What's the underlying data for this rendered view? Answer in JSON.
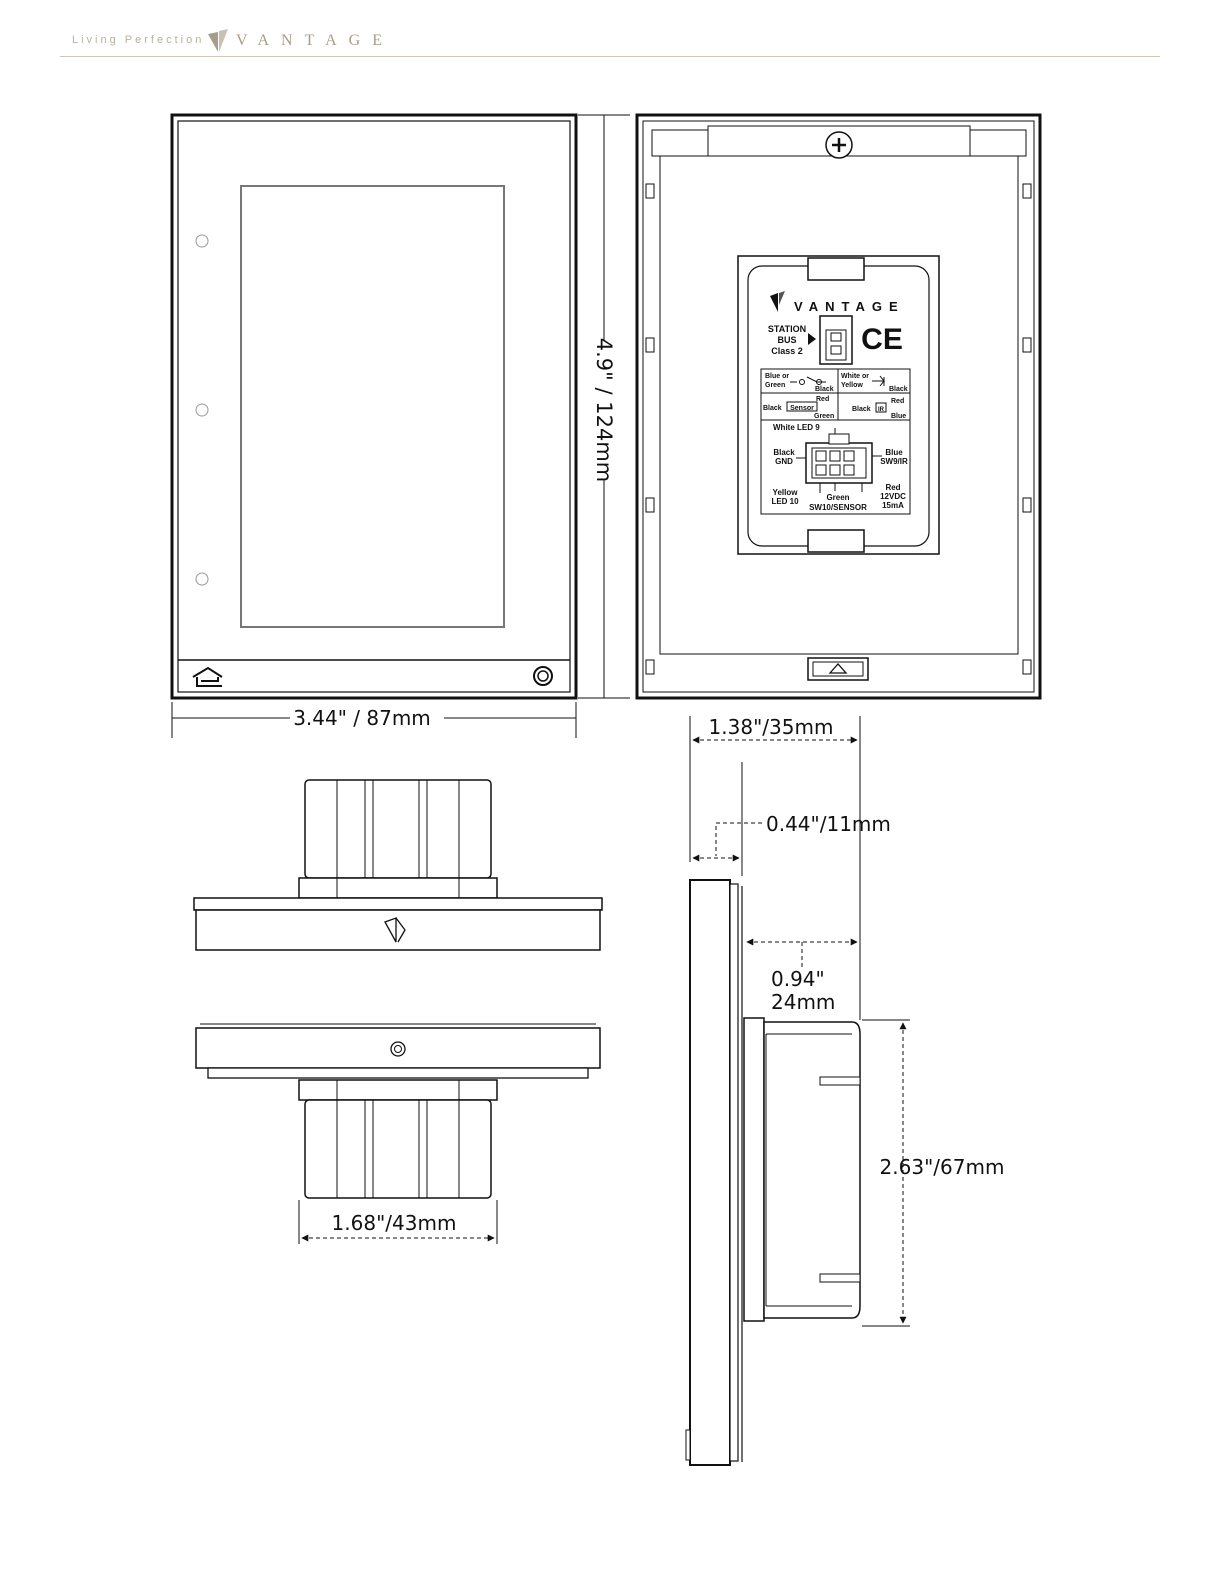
{
  "header": {
    "tagline": "Living Perfection",
    "brand": "VANTAGE"
  },
  "dimensions": {
    "height": "4.9\" / 124mm",
    "width": "3.44\" / 87mm",
    "depth_total": "1.38\"/35mm",
    "plate": "0.44\"/11mm",
    "backbox_line1": "0.94\"",
    "backbox_line2": "24mm",
    "backbox_height": "2.63\"/67mm",
    "backbox_width": "1.68\"/43mm"
  },
  "back_label": {
    "brand": "VANTAGE",
    "station_line1": "STATION",
    "station_line2": "BUS",
    "station_line3": "Class 2",
    "ce": "CE",
    "blue_or": "Blue or",
    "green": "Green",
    "black_a": "Black",
    "white_or": "White or",
    "yellow": "Yellow",
    "black_b": "Black",
    "red_a": "Red",
    "black_c": "Black",
    "sensor": "Sensor",
    "green_b": "Green",
    "red_b": "Red",
    "black_d": "Black",
    "ir": "IR",
    "blue_b": "Blue",
    "white_led": "White LED 9",
    "black_gnd_1": "Black",
    "black_gnd_2": "GND",
    "blue_sw_1": "Blue",
    "blue_sw_2": "SW9/IR",
    "yellow_led_1": "Yellow",
    "yellow_led_2": "LED 10",
    "green_sw_1": "Green",
    "green_sw_2": "SW10/SENSOR",
    "red_pwr_1": "Red",
    "red_pwr_2": "12VDC",
    "red_pwr_3": "15mA"
  }
}
